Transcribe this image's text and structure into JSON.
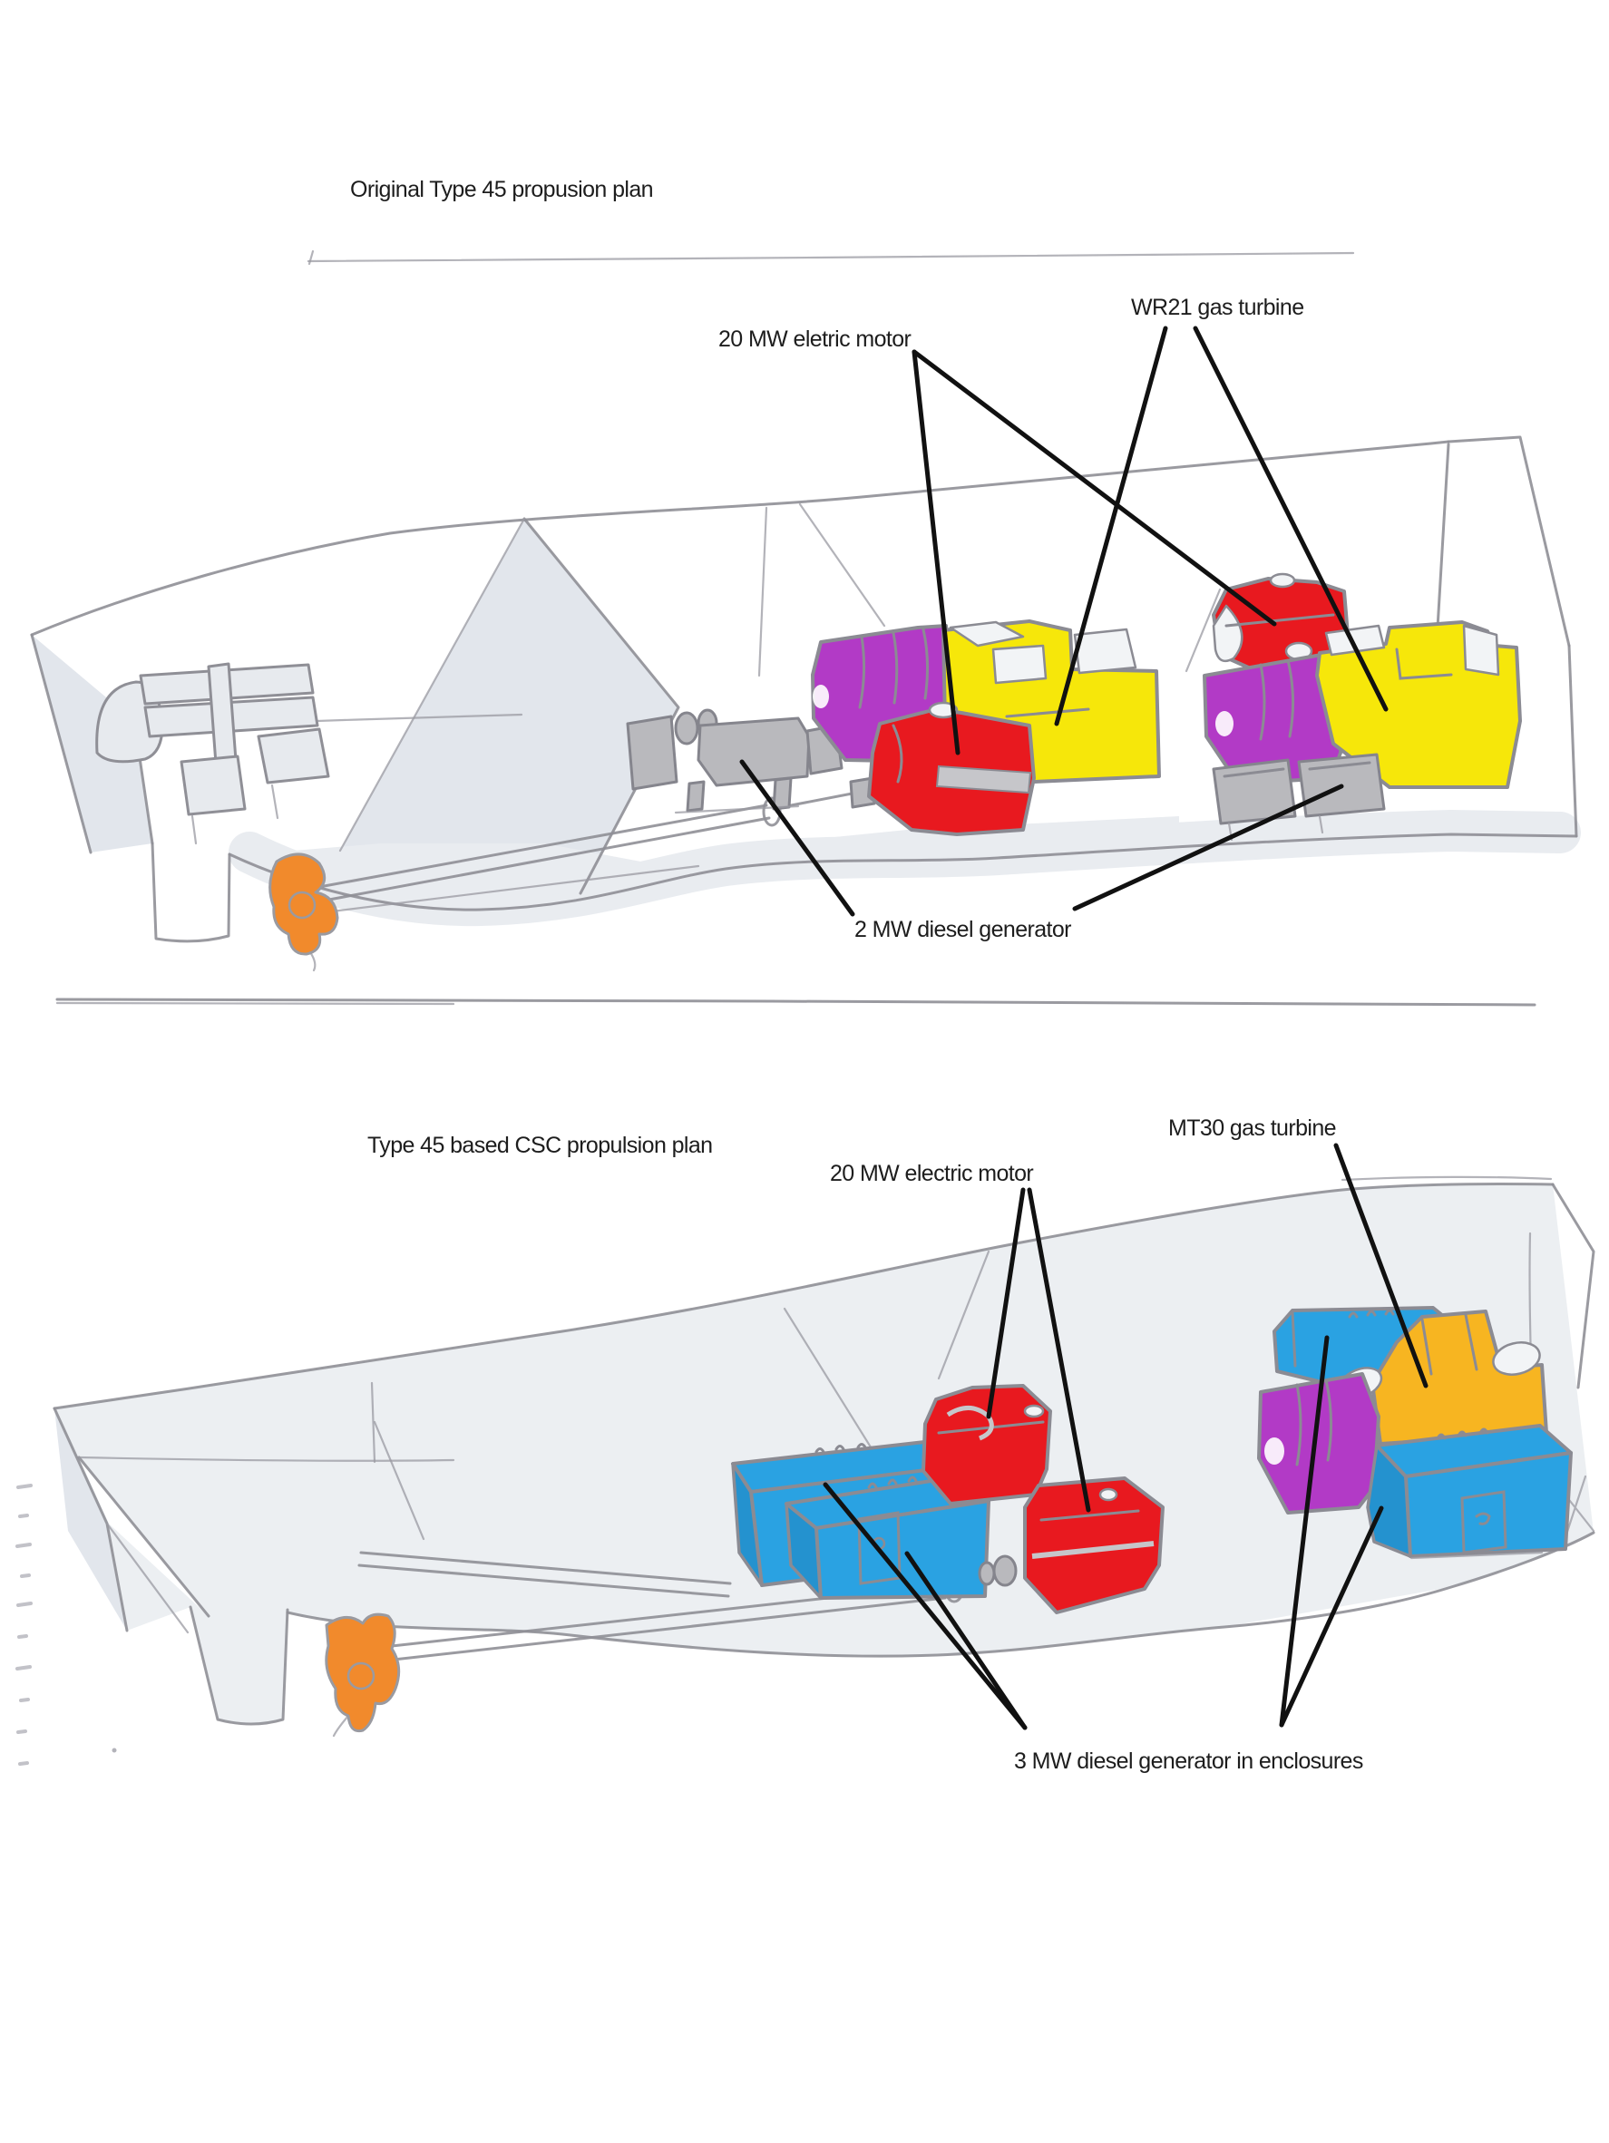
{
  "page": {
    "background": "#ffffff",
    "description": "Hand-drawn comparison of two warship propulsion layouts"
  },
  "palette": {
    "pencil_gray": "#8f8f96",
    "machine_gray": "#b9b9bd",
    "wash_gray": "#e9ecf0",
    "callout_black": "#111111",
    "text_color": "#1d1d1d",
    "electric_motor_red": "#e8191f",
    "motor_purple": "#b23ac6",
    "turbine_yellow": "#f6e70a",
    "turbine_gold": "#f7b521",
    "enclosure_blue": "#2aa2e2",
    "propeller_orange": "#f18a2c"
  },
  "top_diagram": {
    "title": "Original Type 45 propusion plan",
    "labels": {
      "electric_motor": "20 MW eletric motor",
      "gas_turbine": "WR21 gas turbine",
      "diesel_generator": "2 MW diesel generator"
    },
    "machines": [
      {
        "name": "electric-motor",
        "color": "#e8191f"
      },
      {
        "name": "wr21-gas-turbine",
        "color": "#f6e70a"
      },
      {
        "name": "diesel-generator",
        "color": "#b9b9bd"
      },
      {
        "name": "motor-housing",
        "color": "#b23ac6"
      },
      {
        "name": "propeller",
        "color": "#f18a2c"
      }
    ]
  },
  "bottom_diagram": {
    "title": "Type 45 based CSC propulsion plan",
    "labels": {
      "electric_motor": "20 MW electric motor",
      "gas_turbine": "MT30 gas turbine",
      "diesel_generator": "3 MW diesel generator in enclosures"
    },
    "machines": [
      {
        "name": "electric-motor",
        "color": "#e8191f"
      },
      {
        "name": "mt30-gas-turbine",
        "color": "#f7b521"
      },
      {
        "name": "diesel-generator-enclosure",
        "color": "#2aa2e2"
      },
      {
        "name": "motor-housing",
        "color": "#b23ac6"
      },
      {
        "name": "propeller",
        "color": "#f18a2c"
      }
    ]
  }
}
